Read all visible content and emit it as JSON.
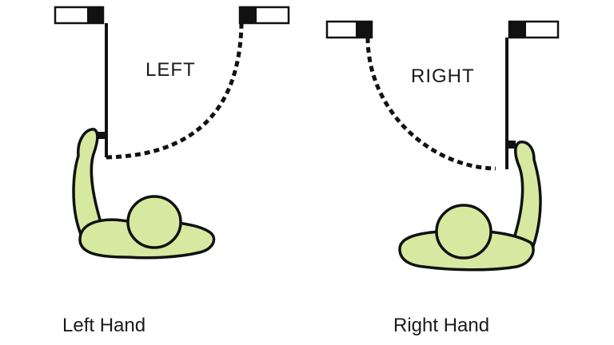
{
  "panels": [
    {
      "door_label": "LEFT",
      "caption": "Left Hand"
    },
    {
      "door_label": "RIGHT",
      "caption": "Right Hand"
    }
  ],
  "colors": {
    "figure_fill": "#d7e8a0",
    "outline": "#111111",
    "dashed_path": "#111111",
    "background": "#ffffff"
  },
  "icons": {
    "person": "person-top-view-icon",
    "hinge": "hinge-icon",
    "door_leaf": "door-leaf-icon"
  }
}
